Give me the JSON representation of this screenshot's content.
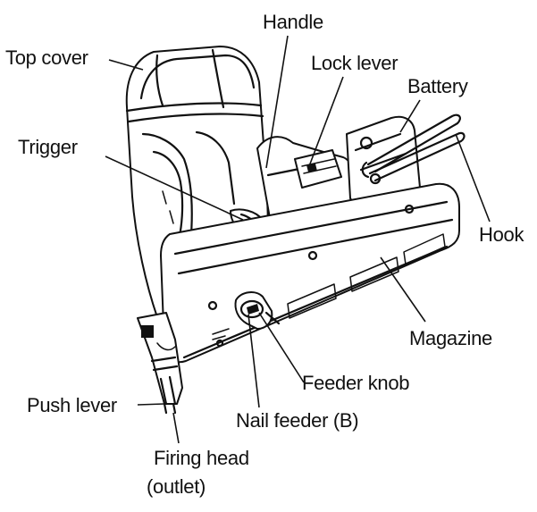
{
  "labels": {
    "top_cover": "Top cover",
    "handle": "Handle",
    "lock_lever": "Lock lever",
    "battery": "Battery",
    "trigger": "Trigger",
    "hook": "Hook",
    "magazine": "Magazine",
    "feeder_knob": "Feeder knob",
    "push_lever": "Push lever",
    "nail_feeder_b": "Nail feeder (B)",
    "firing_head_line1": "Firing head",
    "firing_head_line2": "(outlet)"
  },
  "colors": {
    "ink": "#111111",
    "background": "#ffffff"
  }
}
